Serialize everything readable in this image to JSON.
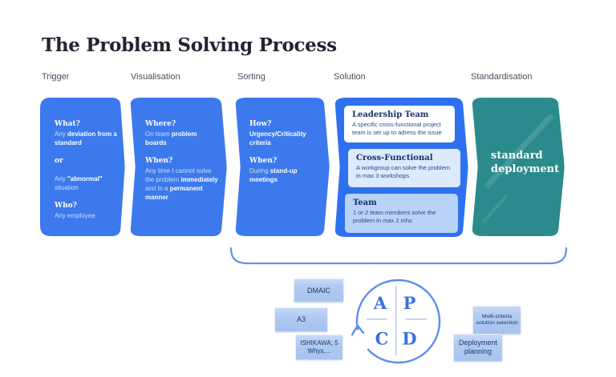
{
  "title": "The Problem Solving Process",
  "stages": [
    {
      "label": "Trigger",
      "blocks": [
        {
          "heading": "What?",
          "runs": [
            {
              "t": "Any ",
              "b": 0
            },
            {
              "t": "deviation from a standard",
              "b": 1
            }
          ]
        },
        {
          "heading": "or"
        },
        {
          "runs": [
            {
              "t": "Any ",
              "b": 0
            },
            {
              "t": "\"abnormal\"",
              "b": 1
            },
            {
              "t": " situation",
              "b": 0
            }
          ]
        },
        {
          "heading": "Who?",
          "runs": [
            {
              "t": "Any employee",
              "b": 0
            }
          ]
        }
      ]
    },
    {
      "label": "Visualisation",
      "blocks": [
        {
          "heading": "Where?",
          "runs": [
            {
              "t": "On team ",
              "b": 0
            },
            {
              "t": "problem boards",
              "b": 1
            }
          ]
        },
        {
          "heading": "When?",
          "runs": [
            {
              "t": "Any time I cannot solve the problem ",
              "b": 0
            },
            {
              "t": "immediately",
              "b": 1
            },
            {
              "t": " and in a ",
              "b": 0
            },
            {
              "t": "permanent manner",
              "b": 1
            }
          ]
        }
      ]
    },
    {
      "label": "Sorting",
      "blocks": [
        {
          "heading": "How?",
          "runs": [
            {
              "t": "Urgency/Criticality criteria",
              "b": 1
            }
          ]
        },
        {
          "heading": "When?",
          "runs": [
            {
              "t": "During ",
              "b": 0
            },
            {
              "t": "stand-up meetings",
              "b": 1
            }
          ]
        }
      ]
    },
    {
      "label": "Solution",
      "cards": [
        {
          "title": "Leadership Team",
          "body": "A specific cross-functional project team is set up to adress the issue"
        },
        {
          "title": "Cross-Functional",
          "body": "A workgroup can solve the problem in max 3 workshops"
        },
        {
          "title": "Team",
          "body": "1 or 2 team members solve the problem in max 2 mhs"
        }
      ]
    },
    {
      "label": "Standardisation",
      "text": "standard deployment"
    }
  ],
  "cycle": {
    "letters": [
      "A",
      "P",
      "C",
      "D"
    ]
  },
  "tools": [
    {
      "label": "DMAIC"
    },
    {
      "label": "A3"
    },
    {
      "label": "ISHIKAWA, 5 Whys,..."
    },
    {
      "label": "Multi-criteria solution selection"
    },
    {
      "label": "Deployment planning"
    }
  ],
  "colors": {
    "stage_blue": "#3c79ec",
    "solution_blue": "#2f70ee",
    "teal": "#2b8a8c",
    "card_white": "#ffffff",
    "card_light_blue": "#dde9fc",
    "card_mid_blue": "#b9d2f8",
    "tool_blue": "#b3ccf3",
    "line_blue": "#6290ee",
    "cycle_letter_blue": "#3a6fe0",
    "text_navy": "#1c3a68"
  }
}
